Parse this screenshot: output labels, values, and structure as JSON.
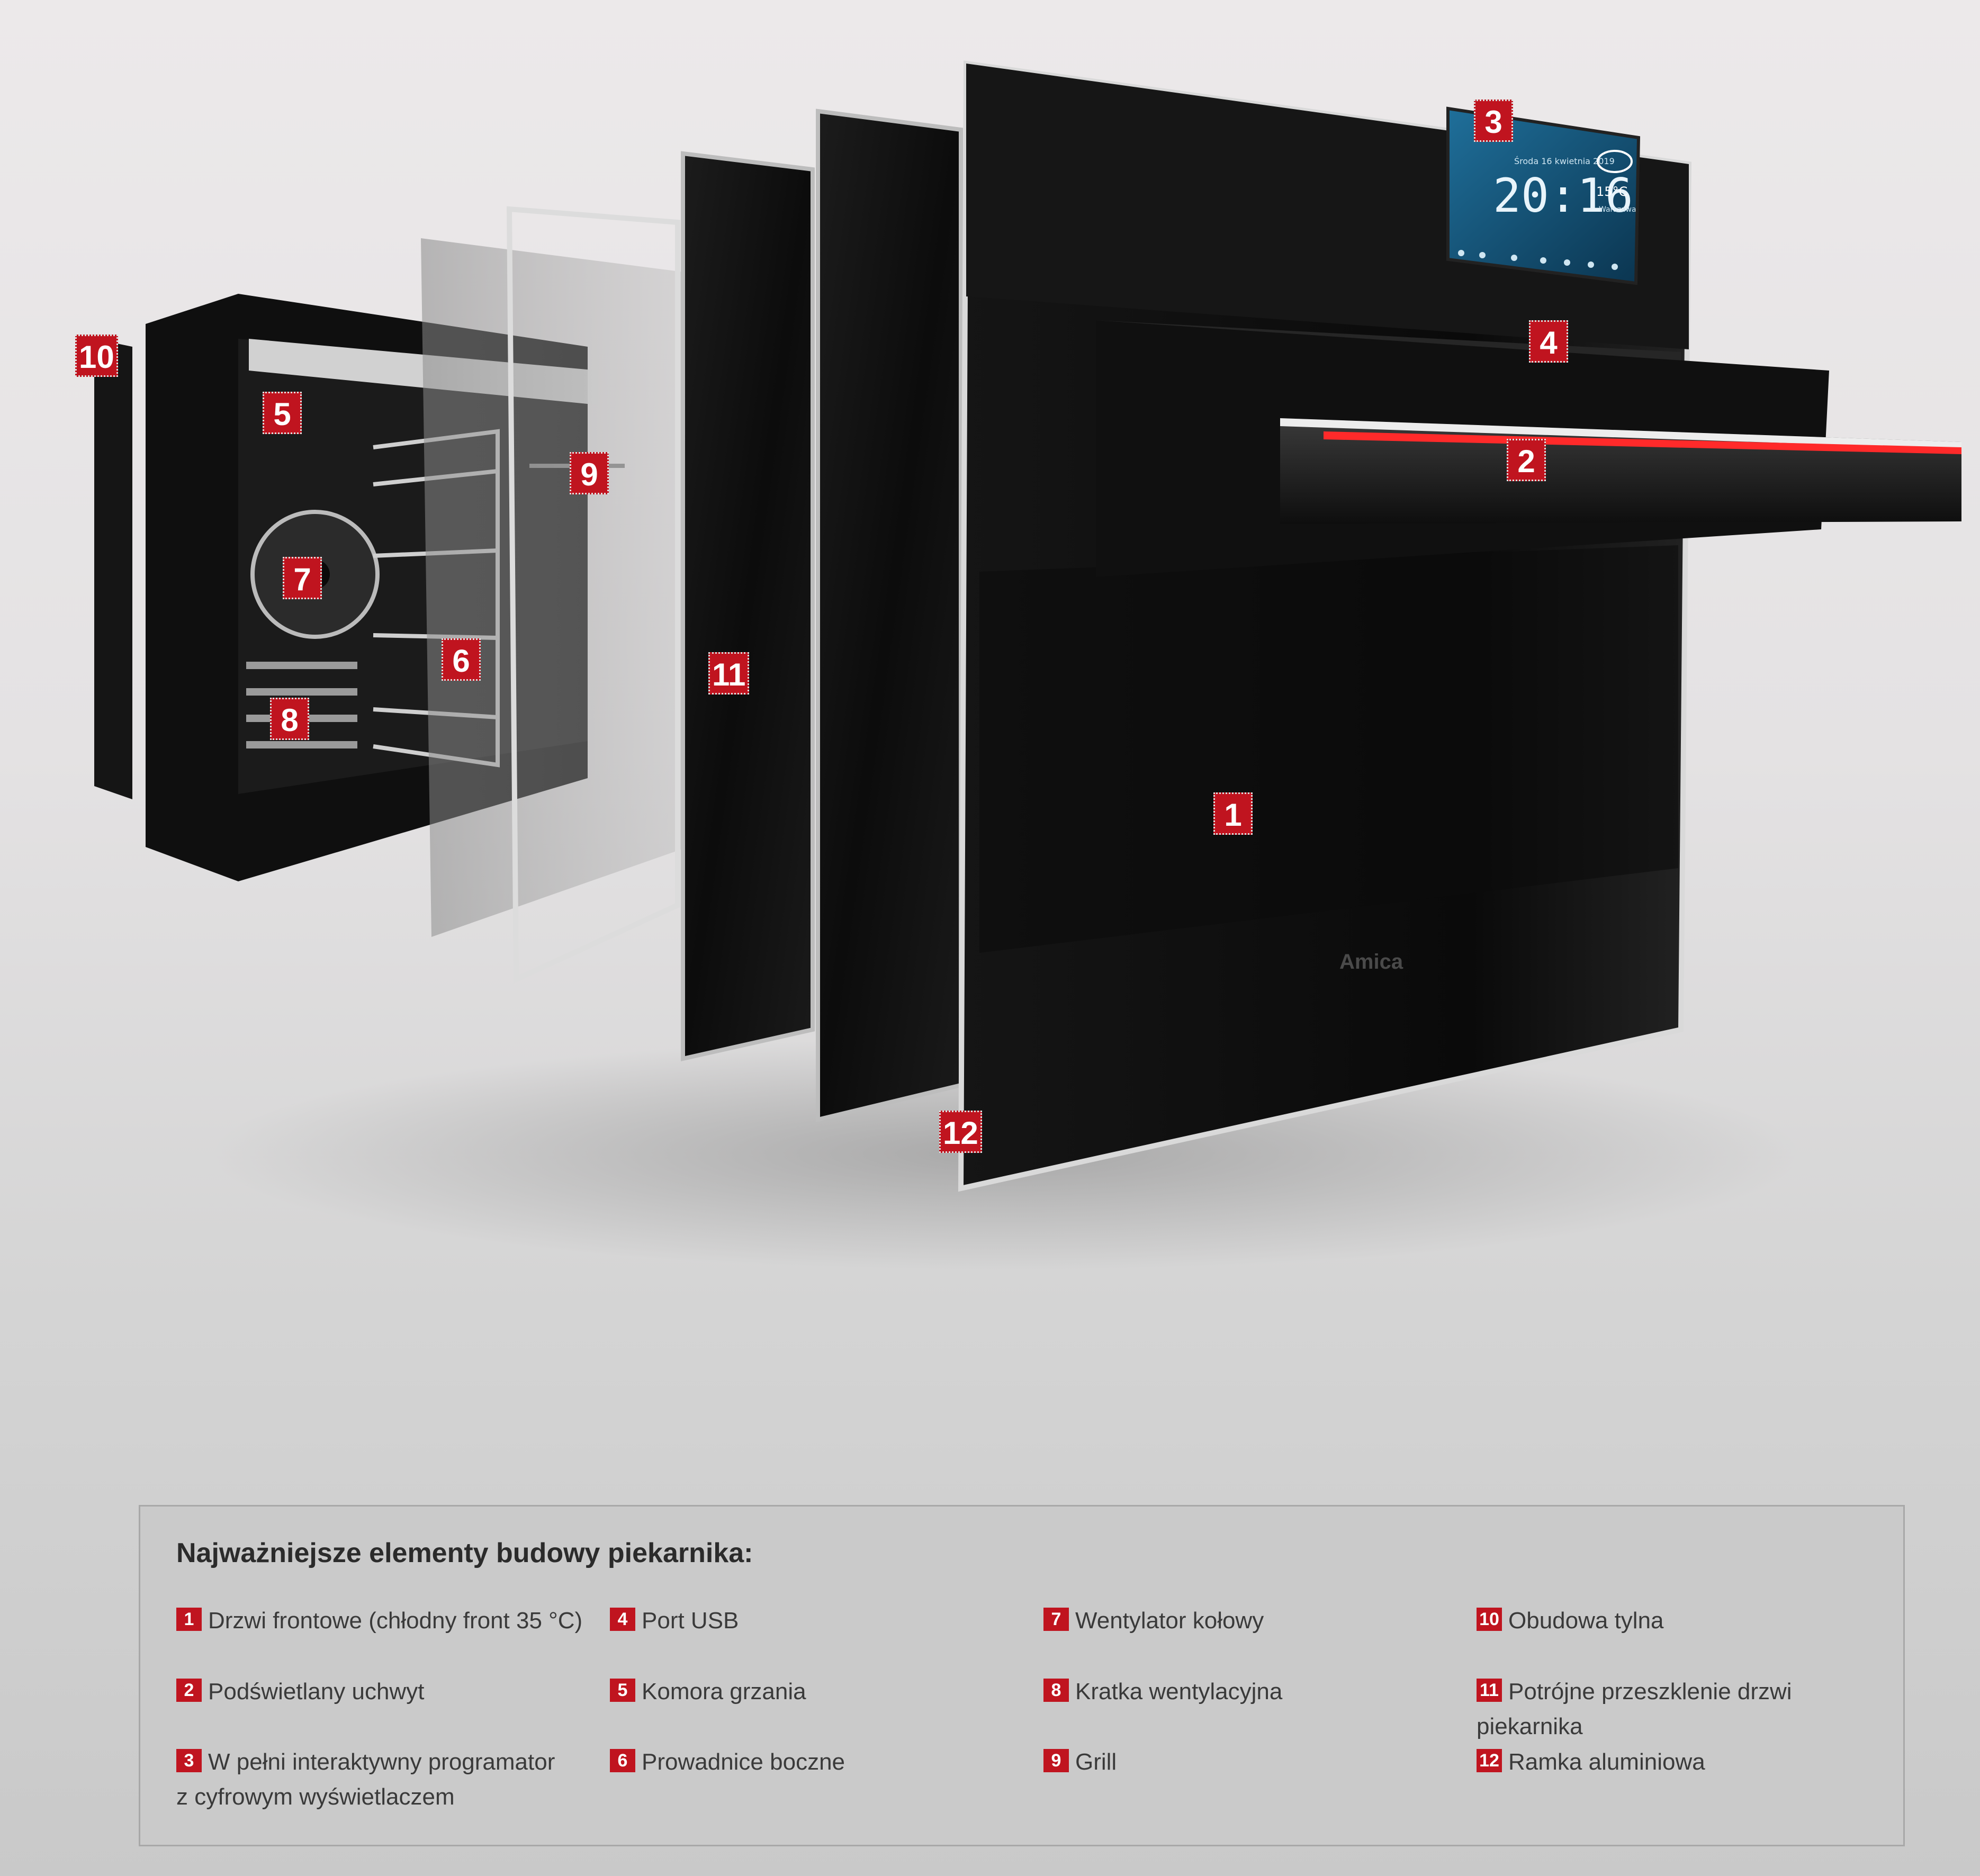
{
  "brand": "Amica",
  "display": {
    "time": "20:16",
    "date": "Środa 16 kwietnia 2019",
    "temperature": "15°C",
    "location": "Warszawa"
  },
  "markers": [
    "1",
    "2",
    "3",
    "4",
    "5",
    "6",
    "7",
    "8",
    "9",
    "10",
    "11",
    "12"
  ],
  "legend": {
    "title": "Najważniejsze elementy budowy piekarnika:",
    "items": [
      {
        "num": "1",
        "line1": "Drzwi frontowe (chłodny front 35 °C)",
        "line2": ""
      },
      {
        "num": "2",
        "line1": "Podświetlany uchwyt",
        "line2": ""
      },
      {
        "num": "3",
        "line1": "W pełni interaktywny programator",
        "line2": "z cyfrowym wyświetlaczem"
      },
      {
        "num": "4",
        "line1": "Port USB",
        "line2": ""
      },
      {
        "num": "5",
        "line1": "Komora grzania",
        "line2": ""
      },
      {
        "num": "6",
        "line1": "Prowadnice boczne",
        "line2": ""
      },
      {
        "num": "7",
        "line1": "Wentylator kołowy",
        "line2": ""
      },
      {
        "num": "8",
        "line1": "Kratka wentylacyjna",
        "line2": ""
      },
      {
        "num": "9",
        "line1": "Grill",
        "line2": ""
      },
      {
        "num": "10",
        "line1": "Obudowa tylna",
        "line2": ""
      },
      {
        "num": "11",
        "line1": "Potrójne przeszklenie drzwi piekarnika",
        "line2": ""
      },
      {
        "num": "12",
        "line1": "Ramka aluminiowa",
        "line2": ""
      }
    ]
  },
  "colors": {
    "accent_red": "#c0141f",
    "handle_glow": "#ff2a2a",
    "panel_black": "#121212",
    "legend_bg": "#cacaca"
  }
}
